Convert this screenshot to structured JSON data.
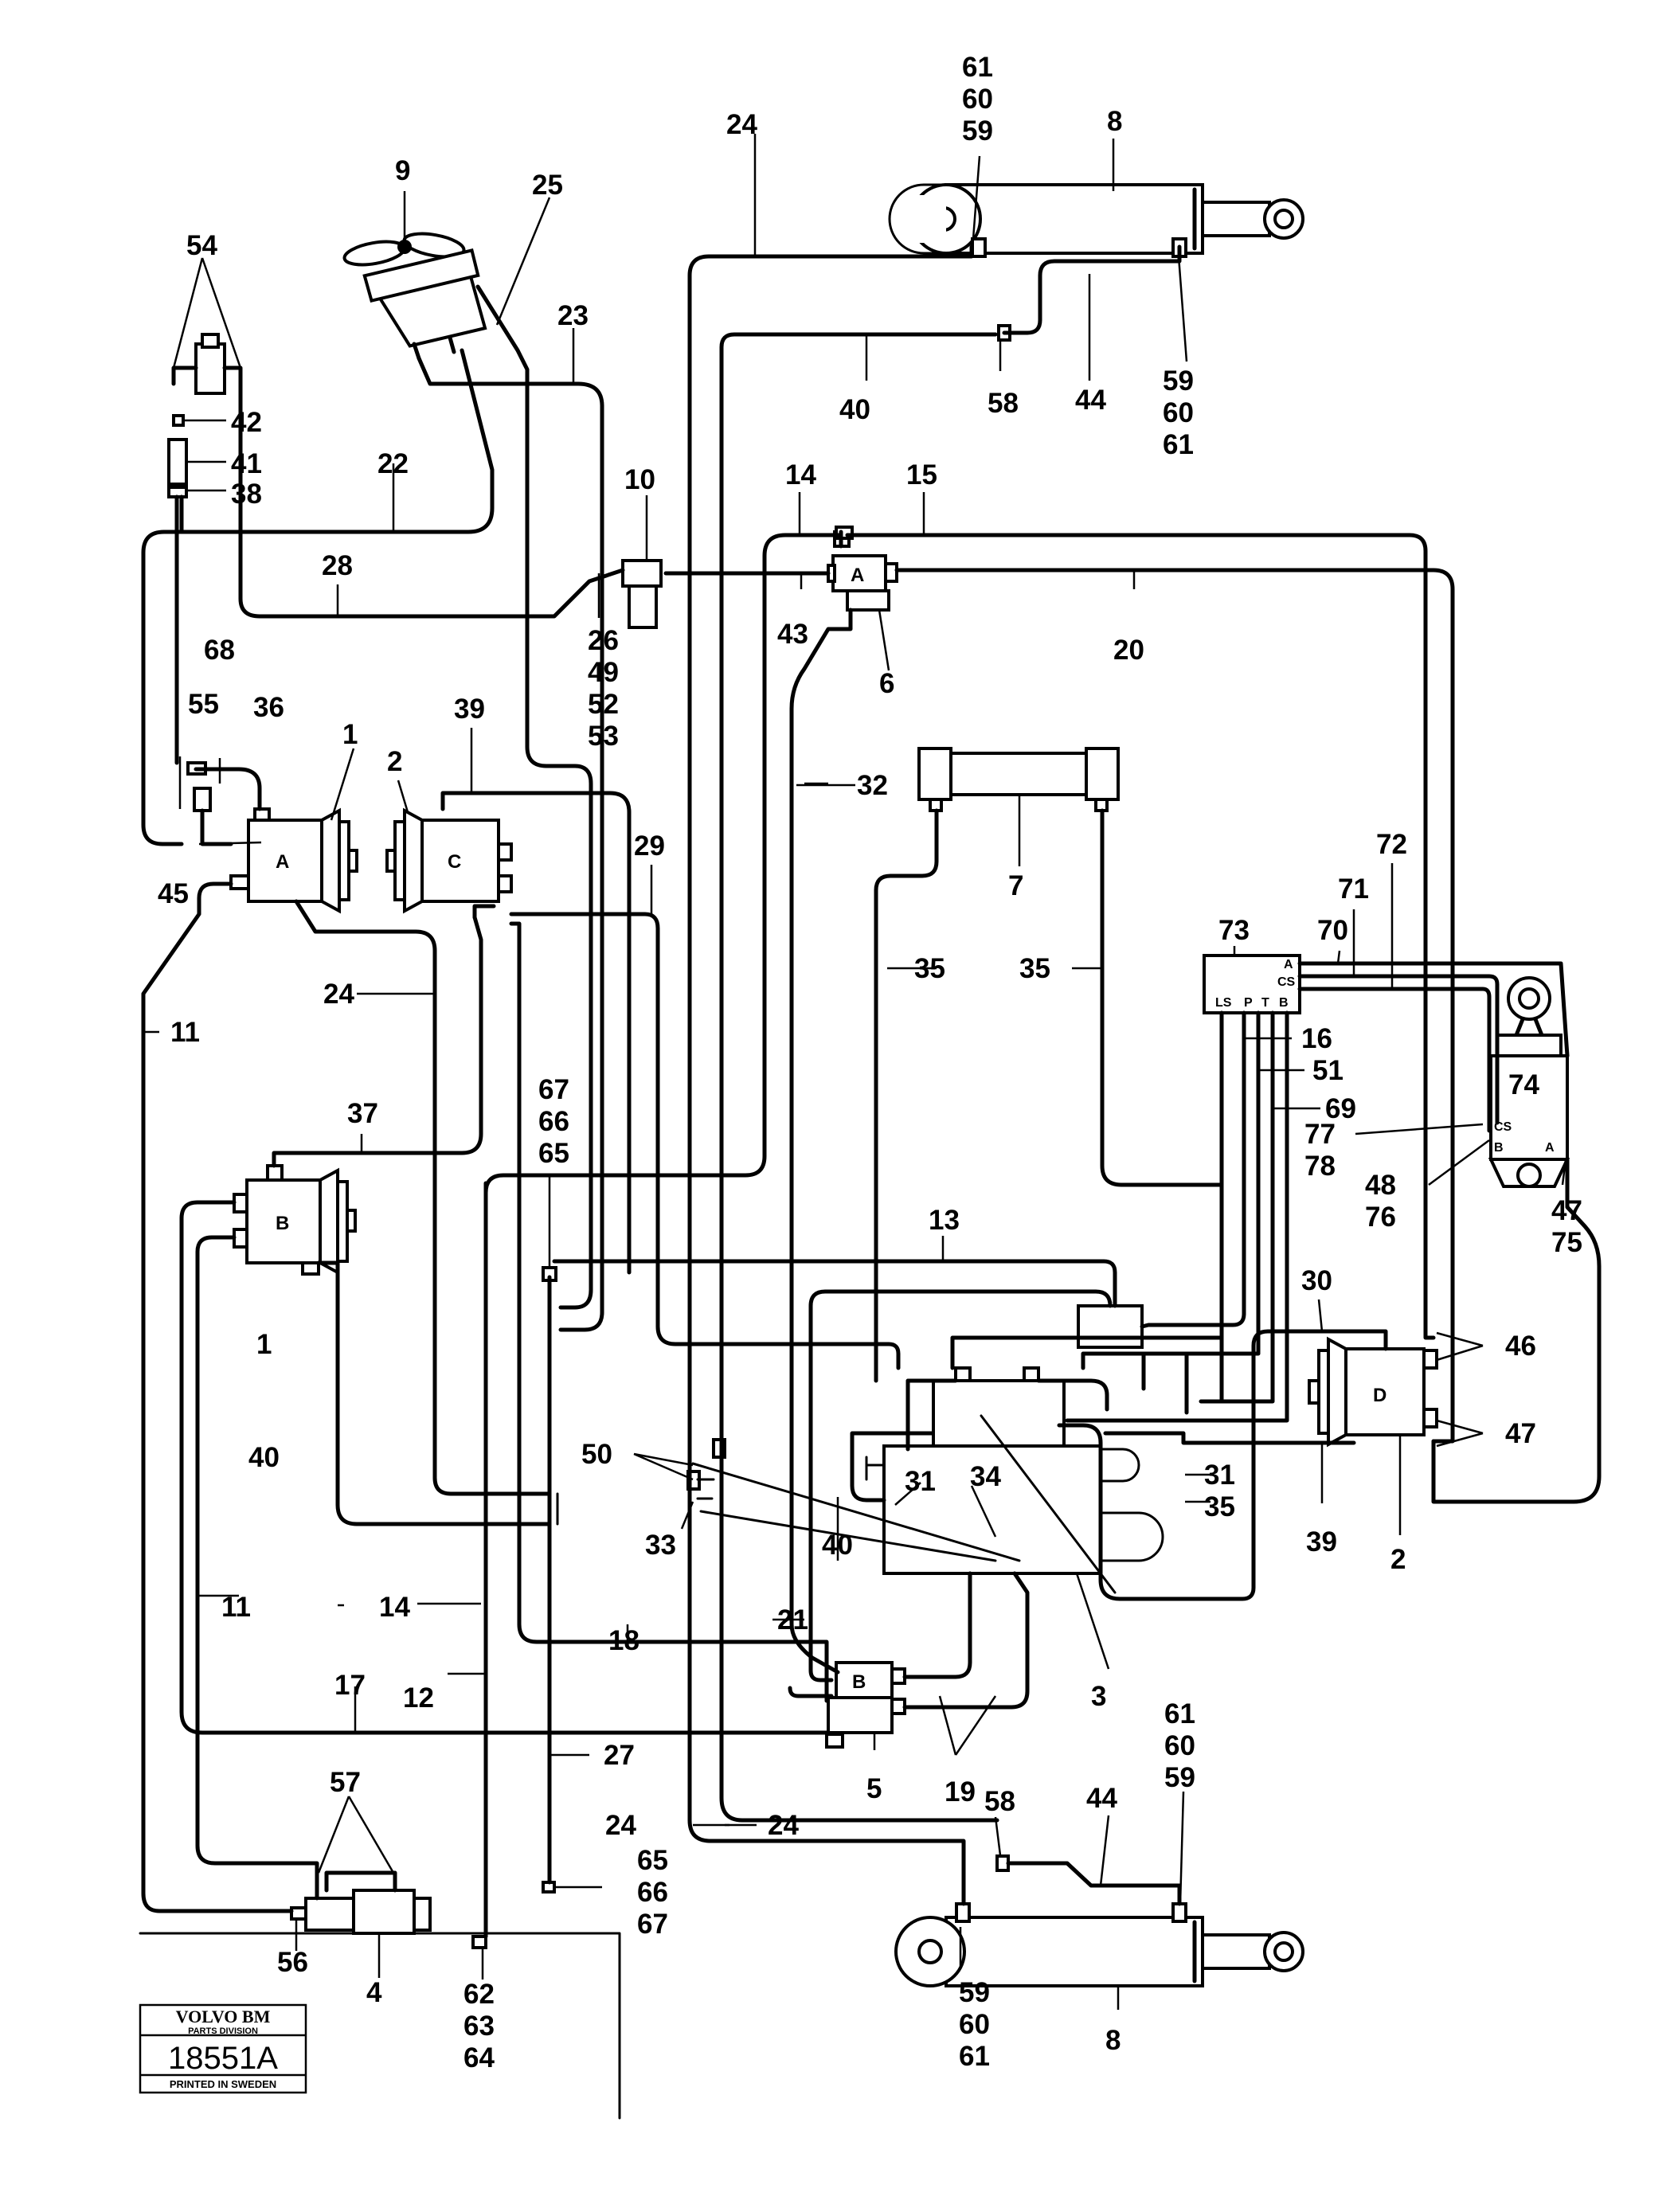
{
  "title_block": {
    "brand": "VOLVO BM",
    "division": "PARTS DIVISION",
    "number": "18551A",
    "printed": "PRINTED IN SWEDEN"
  },
  "unit_letters": {
    "a_main": "A",
    "c_main": "C",
    "b_main": "B",
    "d_main": "D",
    "a_valve": "A",
    "b_valve": "B"
  },
  "port_labels": {
    "ls": "LS",
    "p": "P",
    "t": "T",
    "b": "B",
    "a_top": "A",
    "cs_top": "CS",
    "cs_cyl": "CS",
    "b_cyl": "B",
    "a_cyl": "A"
  },
  "labels": {
    "l1a": "1",
    "l1b": "1",
    "l2a": "2",
    "l2b": "2",
    "l3": "3",
    "l4": "4",
    "l5": "5",
    "l6": "6",
    "l7": "7",
    "l8a": "8",
    "l8b": "8",
    "l9": "9",
    "l10": "10",
    "l11a": "11",
    "l11b": "11",
    "l12": "12",
    "l13": "13",
    "l14a": "14",
    "l14b": "14",
    "l15": "15",
    "l16": "16",
    "l17": "17",
    "l18": "18",
    "l19": "19",
    "l20": "20",
    "l21": "21",
    "l22": "22",
    "l23": "23",
    "l24a": "24",
    "l24b": "24",
    "l24c": "24",
    "l24d": "24",
    "l25": "25",
    "l26": "26",
    "l27": "27",
    "l28": "28",
    "l29": "29",
    "l30": "30",
    "l31a": "31",
    "l31b": "31",
    "l32": "32",
    "l33": "33",
    "l34": "34",
    "l35a": "35",
    "l35b": "35",
    "l35c": "35",
    "l36": "36",
    "l37": "37",
    "l38": "38",
    "l39a": "39",
    "l39b": "39",
    "l40a": "40",
    "l40b": "40",
    "l40c": "40",
    "l41": "41",
    "l42": "42",
    "l43": "43",
    "l44a": "44",
    "l44b": "44",
    "l45": "45",
    "l46": "46",
    "l47a": "47",
    "l47b": "47",
    "l48": "48",
    "l49": "49",
    "l50": "50",
    "l51": "51",
    "l52": "52",
    "l53": "53",
    "l54": "54",
    "l55": "55",
    "l56": "56",
    "l57": "57",
    "l58a": "58",
    "l58b": "58",
    "l59a": "59",
    "l60a": "60",
    "l61a": "61",
    "l59b": "59",
    "l60b": "60",
    "l61b": "61",
    "l59c": "59",
    "l60c": "60",
    "l61c": "61",
    "l59d": "59",
    "l60d": "60",
    "l61d": "61",
    "l62": "62",
    "l63": "63",
    "l64": "64",
    "l65a": "65",
    "l66a": "66",
    "l67a": "67",
    "l65b": "65",
    "l66b": "66",
    "l67b": "67",
    "l68": "68",
    "l69": "69",
    "l70": "70",
    "l71": "71",
    "l72": "72",
    "l73": "73",
    "l74": "74",
    "l75": "75",
    "l76": "76",
    "l77": "77",
    "l78": "78"
  }
}
